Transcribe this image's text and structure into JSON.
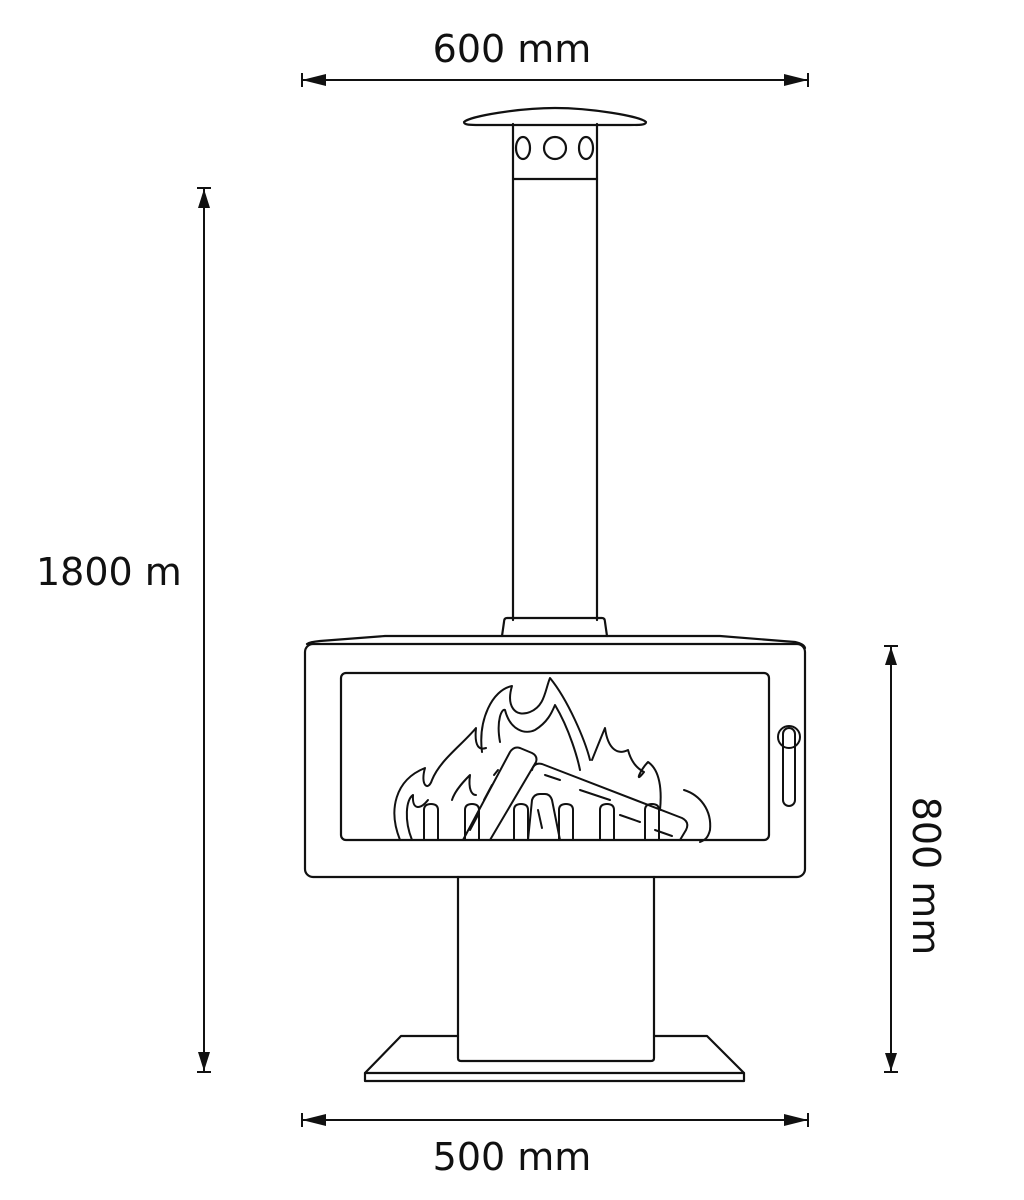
{
  "diagram": {
    "subject": "Freestanding wood-burning stove with flue pipe and pedestal base",
    "dimensions": {
      "top_width": {
        "label": "600 mm",
        "value": 600,
        "unit": "mm"
      },
      "bottom_width": {
        "label": "500 mm",
        "value": 500,
        "unit": "mm"
      },
      "total_height": {
        "label": "1800 m",
        "value": 1800,
        "unit": "m"
      },
      "body_height": {
        "label": "800 mm",
        "value": 800,
        "unit": "mm"
      }
    },
    "components": [
      "rain-cap",
      "flue-vent-holes",
      "flue-pipe",
      "flue-collar",
      "firebox-top",
      "firebox-body",
      "glass-window",
      "flames",
      "logs",
      "grate-bars",
      "door-handle",
      "pedestal",
      "base-plate"
    ],
    "colors": {
      "line": "#111111",
      "background": "#ffffff"
    }
  }
}
